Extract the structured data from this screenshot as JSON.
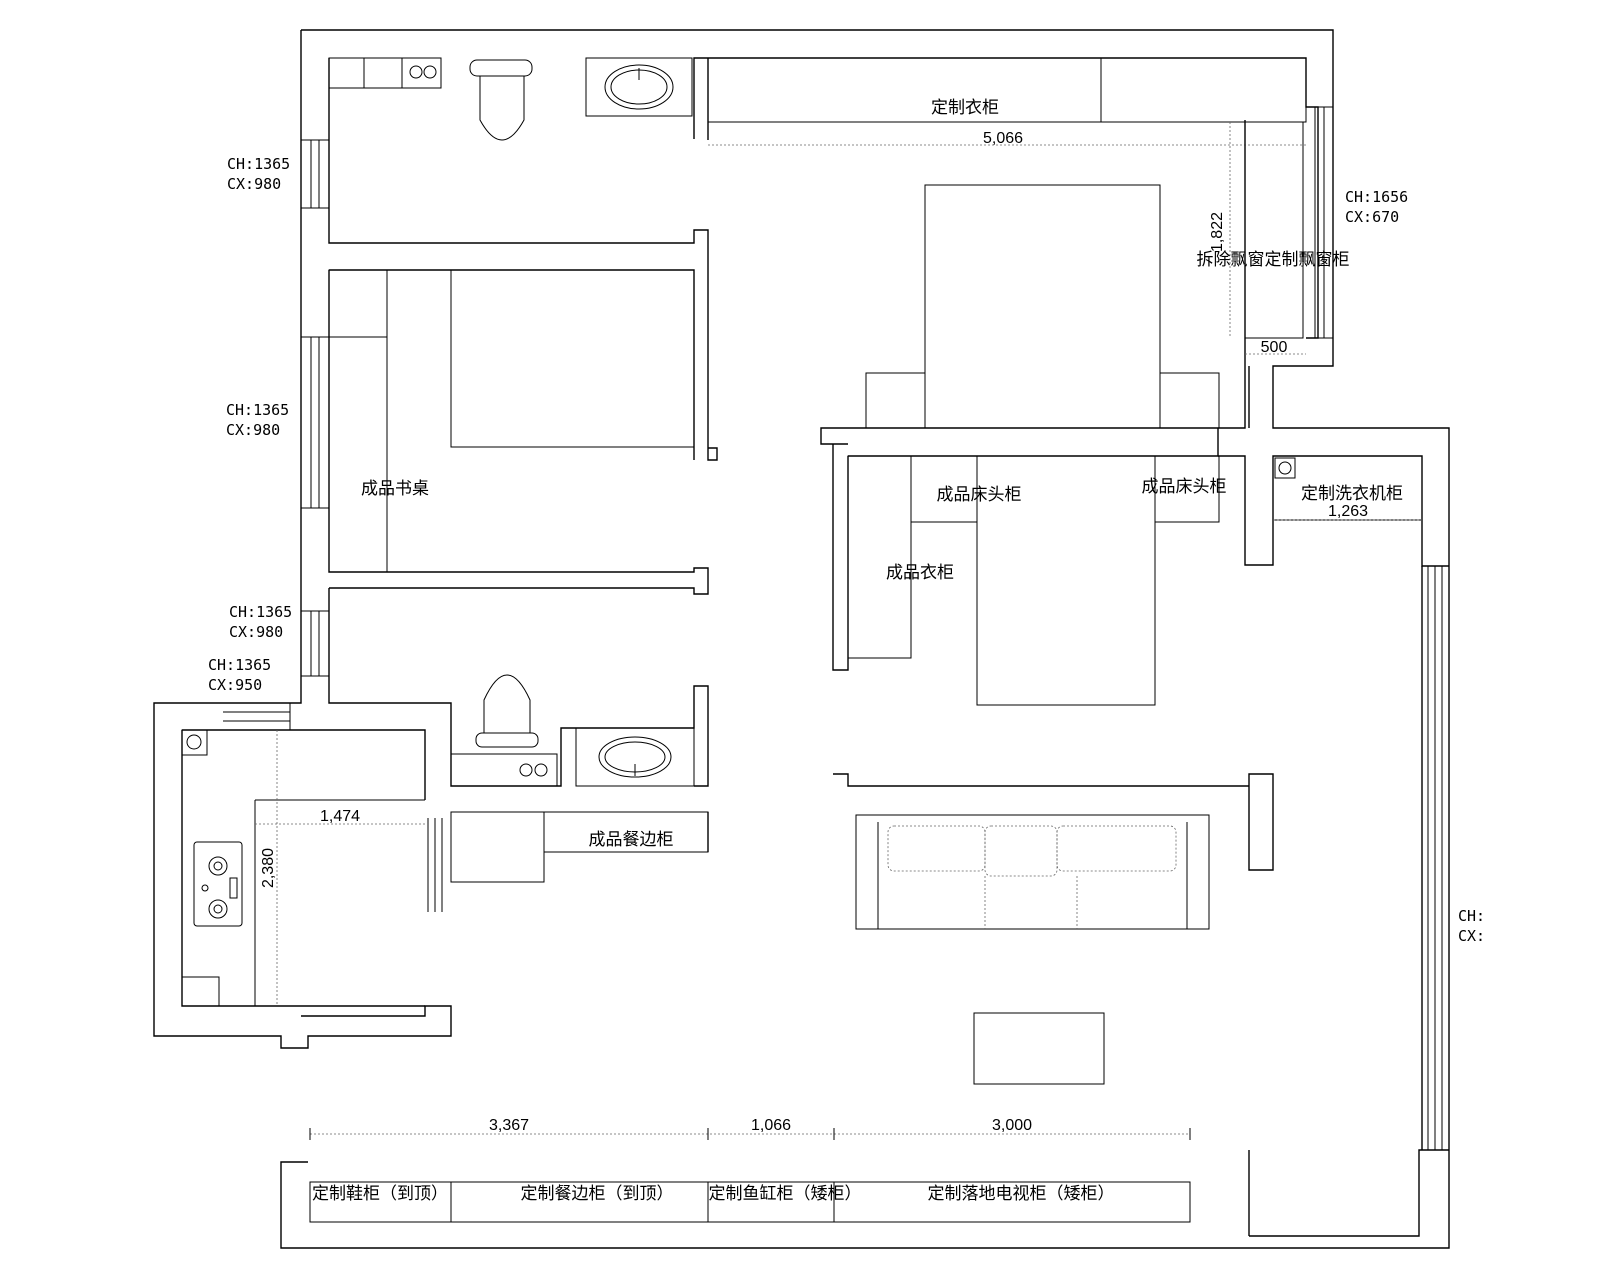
{
  "labels": {
    "wardrobe_top": "定制衣柜",
    "bay_window": "拆除飘窗定制飘窗柜",
    "desk": "成品书桌",
    "nightstand_1": "成品床头柜",
    "nightstand_2": "成品床头柜",
    "wardrobe_mid": "成品衣柜",
    "laundry": "定制洗衣机柜",
    "sideboard": "成品餐边柜",
    "shoe_cab": "定制鞋柜（到顶）",
    "dining_cab": "定制餐边柜（到顶）",
    "fish_cab": "定制鱼缸柜（矮柜）",
    "tv_cab": "定制落地电视柜（矮柜）"
  },
  "dimensions": {
    "d5066": "5,066",
    "d1822": "1,822",
    "d500": "500",
    "d1263": "1,263",
    "d1474": "1,474",
    "d2380": "2,380",
    "d3367": "3,367",
    "d1066": "1,066",
    "d3000": "3,000"
  },
  "windows": [
    {
      "ch": "CH:1365",
      "cx": "CX:980"
    },
    {
      "ch": "CH:1365",
      "cx": "CX:980"
    },
    {
      "ch": "CH:1365",
      "cx": "CX:980"
    },
    {
      "ch": "CH:1365",
      "cx": "CX:950"
    },
    {
      "ch": "CH:1656",
      "cx": "CX:670"
    },
    {
      "ch": "CH:",
      "cx": "CX:"
    }
  ]
}
